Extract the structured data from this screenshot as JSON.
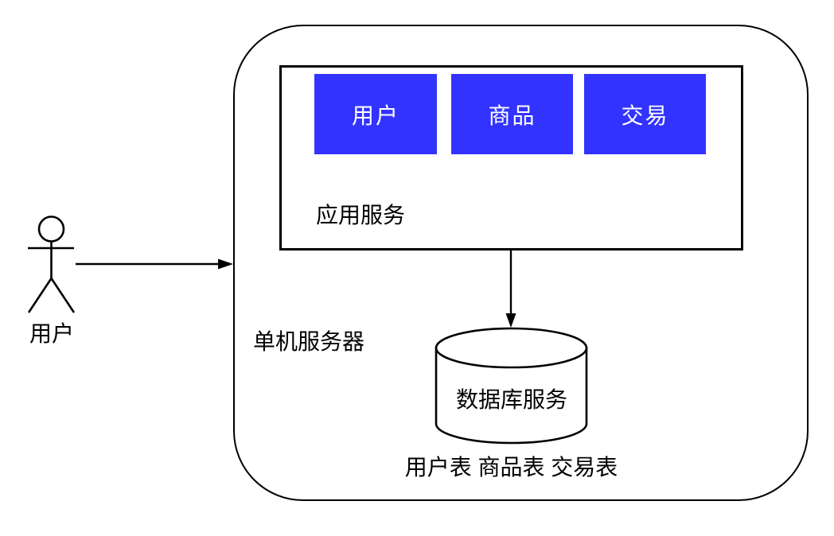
{
  "diagram": {
    "actor": {
      "label": "用户"
    },
    "server": {
      "label": "单机服务器",
      "app_service": {
        "label": "应用服务",
        "modules": [
          {
            "label": "用户"
          },
          {
            "label": "商品"
          },
          {
            "label": "交易"
          }
        ]
      },
      "database": {
        "label": "数据库服务"
      },
      "tables_label": "用户表 商品表 交易表"
    },
    "connections": [
      {
        "from": "actor",
        "to": "server",
        "direction": "right"
      },
      {
        "from": "app_service",
        "to": "database",
        "direction": "down"
      }
    ],
    "colors": {
      "module_fill": "#3333ff",
      "module_text": "#ffffff",
      "line": "#000000",
      "background": "#ffffff"
    }
  }
}
